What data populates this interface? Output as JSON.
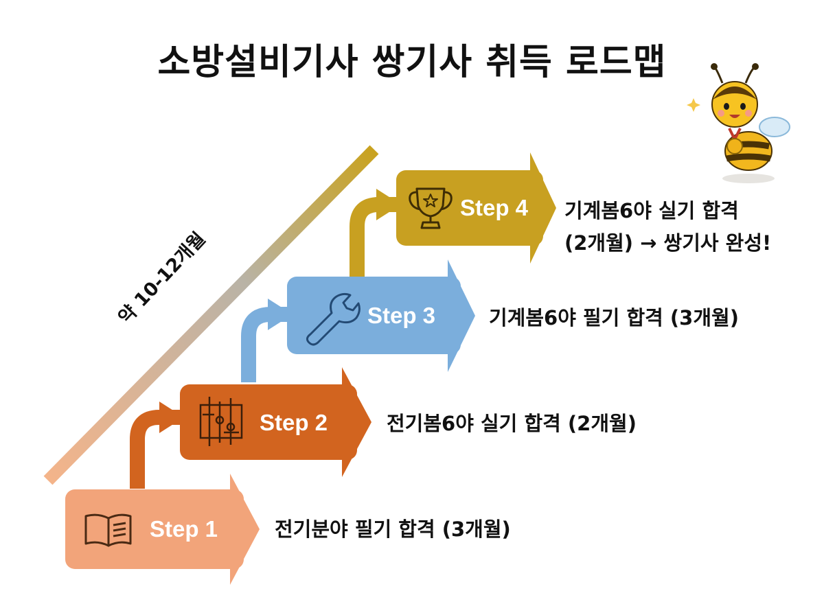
{
  "title": "소방설비기사 쌍기사 취득 로드맵",
  "duration_label": "약 10-12개월",
  "steps": [
    {
      "label": "Step 1",
      "icon": "open-book-icon",
      "color": "#F2A47A",
      "description": "전기분야 필기 합격 (3개월)"
    },
    {
      "label": "Step 2",
      "icon": "circuit-board-icon",
      "color": "#D2641F",
      "description": "전기봄6야 실기 합격 (2개월)"
    },
    {
      "label": "Step 3",
      "icon": "wrench-icon",
      "color": "#7BAEDC",
      "description": "기계봄6야 필기 합격 (3개월)"
    },
    {
      "label": "Step 4",
      "icon": "trophy-icon",
      "color": "#C8A021",
      "description_line1": "기계봄6야 실기 합격",
      "description_line2": "(2개월) → 쌍기사 완성!"
    }
  ],
  "mascot": "bee-mascot-with-medal"
}
